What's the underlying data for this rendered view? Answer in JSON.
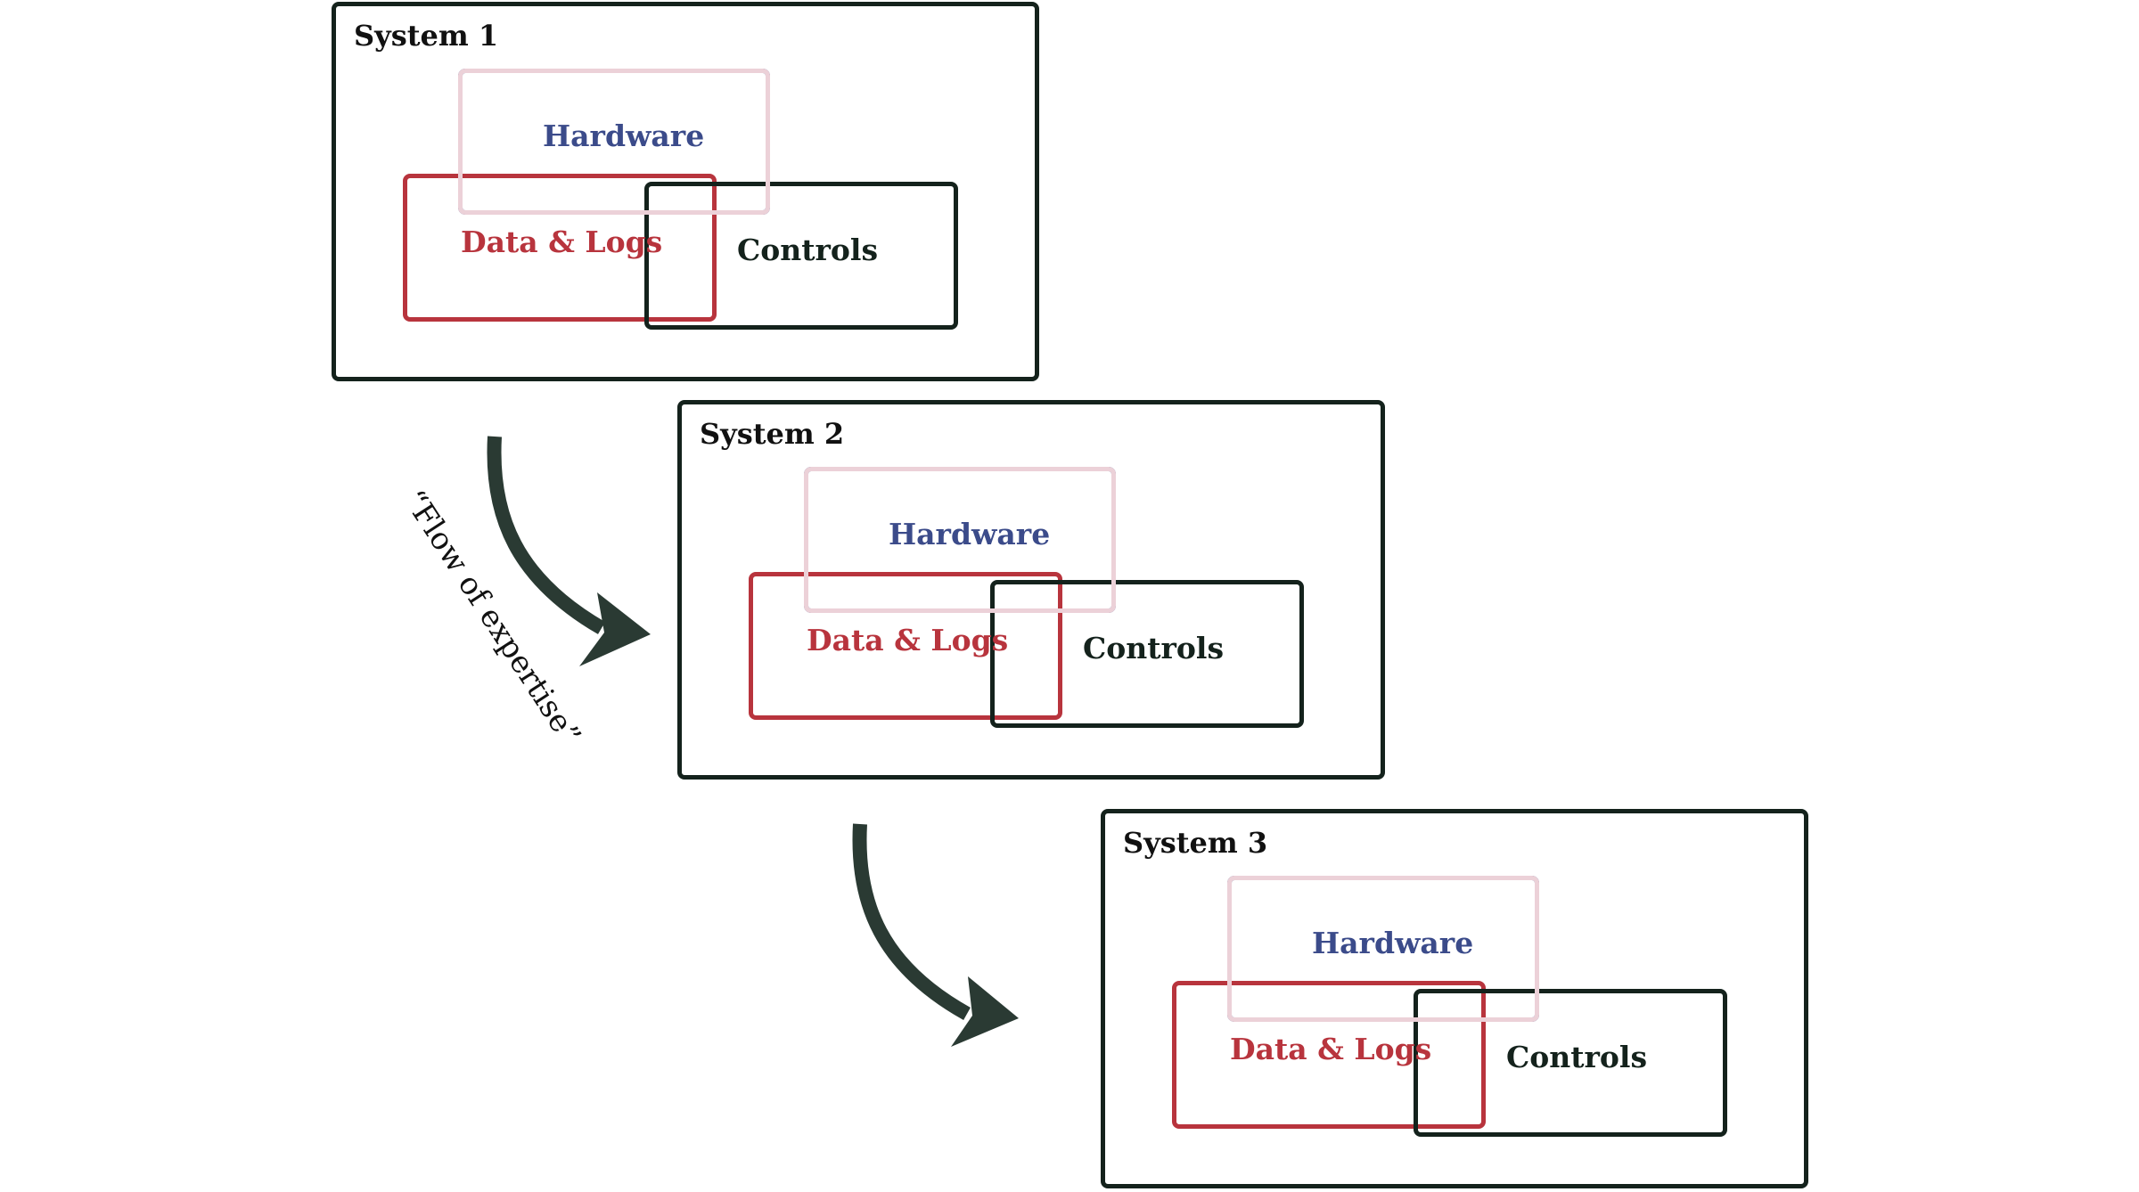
{
  "flow_label": "“Flow of expertise”",
  "systems": [
    {
      "title": "System 1",
      "boxes": {
        "hardware": "Hardware",
        "data_logs": "Data & Logs",
        "controls": "Controls"
      }
    },
    {
      "title": "System 2",
      "boxes": {
        "hardware": "Hardware",
        "data_logs": "Data & Logs",
        "controls": "Controls"
      }
    },
    {
      "title": "System 3",
      "boxes": {
        "hardware": "Hardware",
        "data_logs": "Data & Logs",
        "controls": "Controls"
      }
    }
  ],
  "colors": {
    "hardware": "#3b4b8a",
    "data_logs": "#b8343d",
    "controls": "#14221c",
    "overlap_tint": "#ecd1d8",
    "arrow": "#2a3a33"
  }
}
